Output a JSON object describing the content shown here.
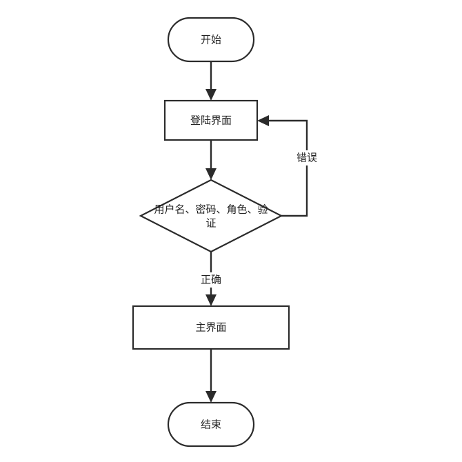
{
  "diagram": {
    "type": "flowchart",
    "nodes": {
      "start": {
        "shape": "terminal",
        "label": "开始"
      },
      "login": {
        "shape": "process",
        "label": "登陆界面"
      },
      "verify": {
        "shape": "decision",
        "label_line1": "用户名、密码、角色、验",
        "label_line2": "证"
      },
      "main": {
        "shape": "process",
        "label": "主界面"
      },
      "end": {
        "shape": "terminal",
        "label": "结束"
      }
    },
    "edges": [
      {
        "from": "start",
        "to": "login",
        "label": ""
      },
      {
        "from": "login",
        "to": "verify",
        "label": ""
      },
      {
        "from": "verify",
        "to": "login",
        "label": "错误"
      },
      {
        "from": "verify",
        "to": "main",
        "label": "正确"
      },
      {
        "from": "main",
        "to": "end",
        "label": ""
      }
    ],
    "colors": {
      "stroke": "#2b2b2b",
      "fill": "#ffffff",
      "text": "#222222"
    }
  }
}
